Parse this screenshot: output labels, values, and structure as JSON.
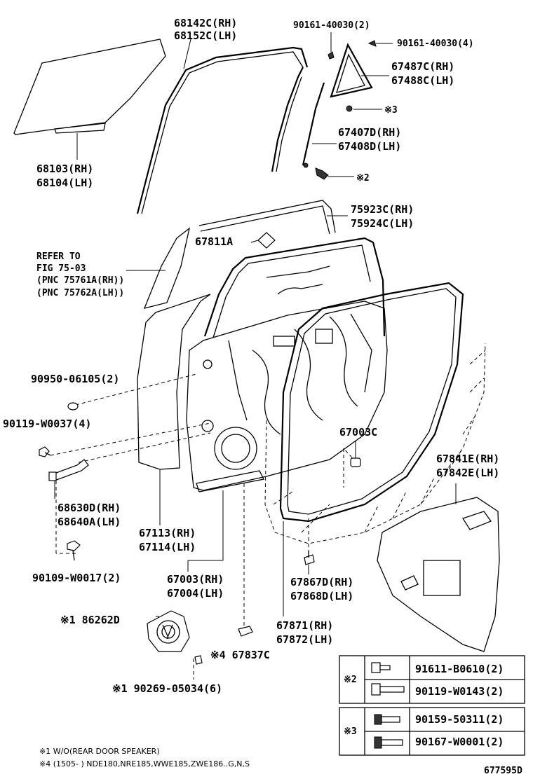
{
  "labels": {
    "belt_rh": "68142C(RH)",
    "belt_lh": "68152C(LH)",
    "screw_a": "90161-40030(2)",
    "screw_b": "90161-40030(4)",
    "quarter_rh": "67487C(RH)",
    "quarter_lh": "67488C(LH)",
    "mark3": "※3",
    "runchannel_rh": "67407D(RH)",
    "runchannel_lh": "67408D(LH)",
    "mark2": "※2",
    "glass_rh": "68103(RH)",
    "glass_lh": "68104(LH)",
    "weather_rh": "75923C(RH)",
    "weather_lh": "75924C(LH)",
    "refer_1": "REFER TO",
    "refer_2": "FIG 75-03",
    "refer_3": "(PNC 75761A(RH))",
    "refer_4": "(PNC 75762A(LH))",
    "cushion": "67811A",
    "plug": "90950-06105(2)",
    "bolt_a": "90119-W0037(4)",
    "check_rh": "68630D(RH)",
    "check_lh": "68640A(LH)",
    "bolt_b": "90109-W0017(2)",
    "clip": "67003C",
    "seal_rh": "67841E(RH)",
    "seal_lh": "67842E(LH)",
    "panel_rh": "67113(RH)",
    "panel_lh": "67114(LH)",
    "door_rh": "67003(RH)",
    "door_lh": "67004(LH)",
    "wstrip_clip_rh": "67867D(RH)",
    "wstrip_clip_lh": "67868D(LH)",
    "wstrip_rh": "67871(RH)",
    "wstrip_lh": "67872(LH)",
    "speaker": "※1 86262D",
    "protector": "※4 67837C",
    "speaker_screw": "※1 90269-05034(6)",
    "notes_1": "※1 W/O(REAR DOOR SPEAKER)",
    "notes_2": "※4 (1505-      ) NDE180,NRE185,WWE185,ZWE186..G,N,S",
    "diagram_id": "677595D"
  },
  "legend": {
    "group2_mark": "※2",
    "group2_part1": "91611-B0610(2)",
    "group2_part2": "90119-W0143(2)",
    "group3_mark": "※3",
    "group3_part1": "90159-50311(2)",
    "group3_part2": "90167-W0001(2)"
  }
}
